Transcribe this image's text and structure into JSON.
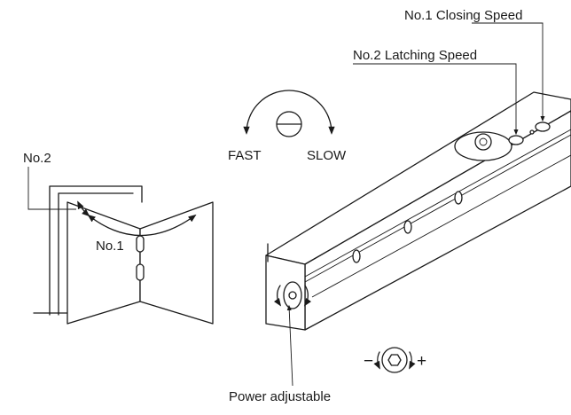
{
  "labels": {
    "closing_speed": "No.1 Closing Speed",
    "latching_speed": "No.2 Latching Speed",
    "fast": "FAST",
    "slow": "SLOW",
    "no2": "No.2",
    "no1": "No.1",
    "power_adjustable": "Power adjustable",
    "minus": "−",
    "plus": "+"
  }
}
